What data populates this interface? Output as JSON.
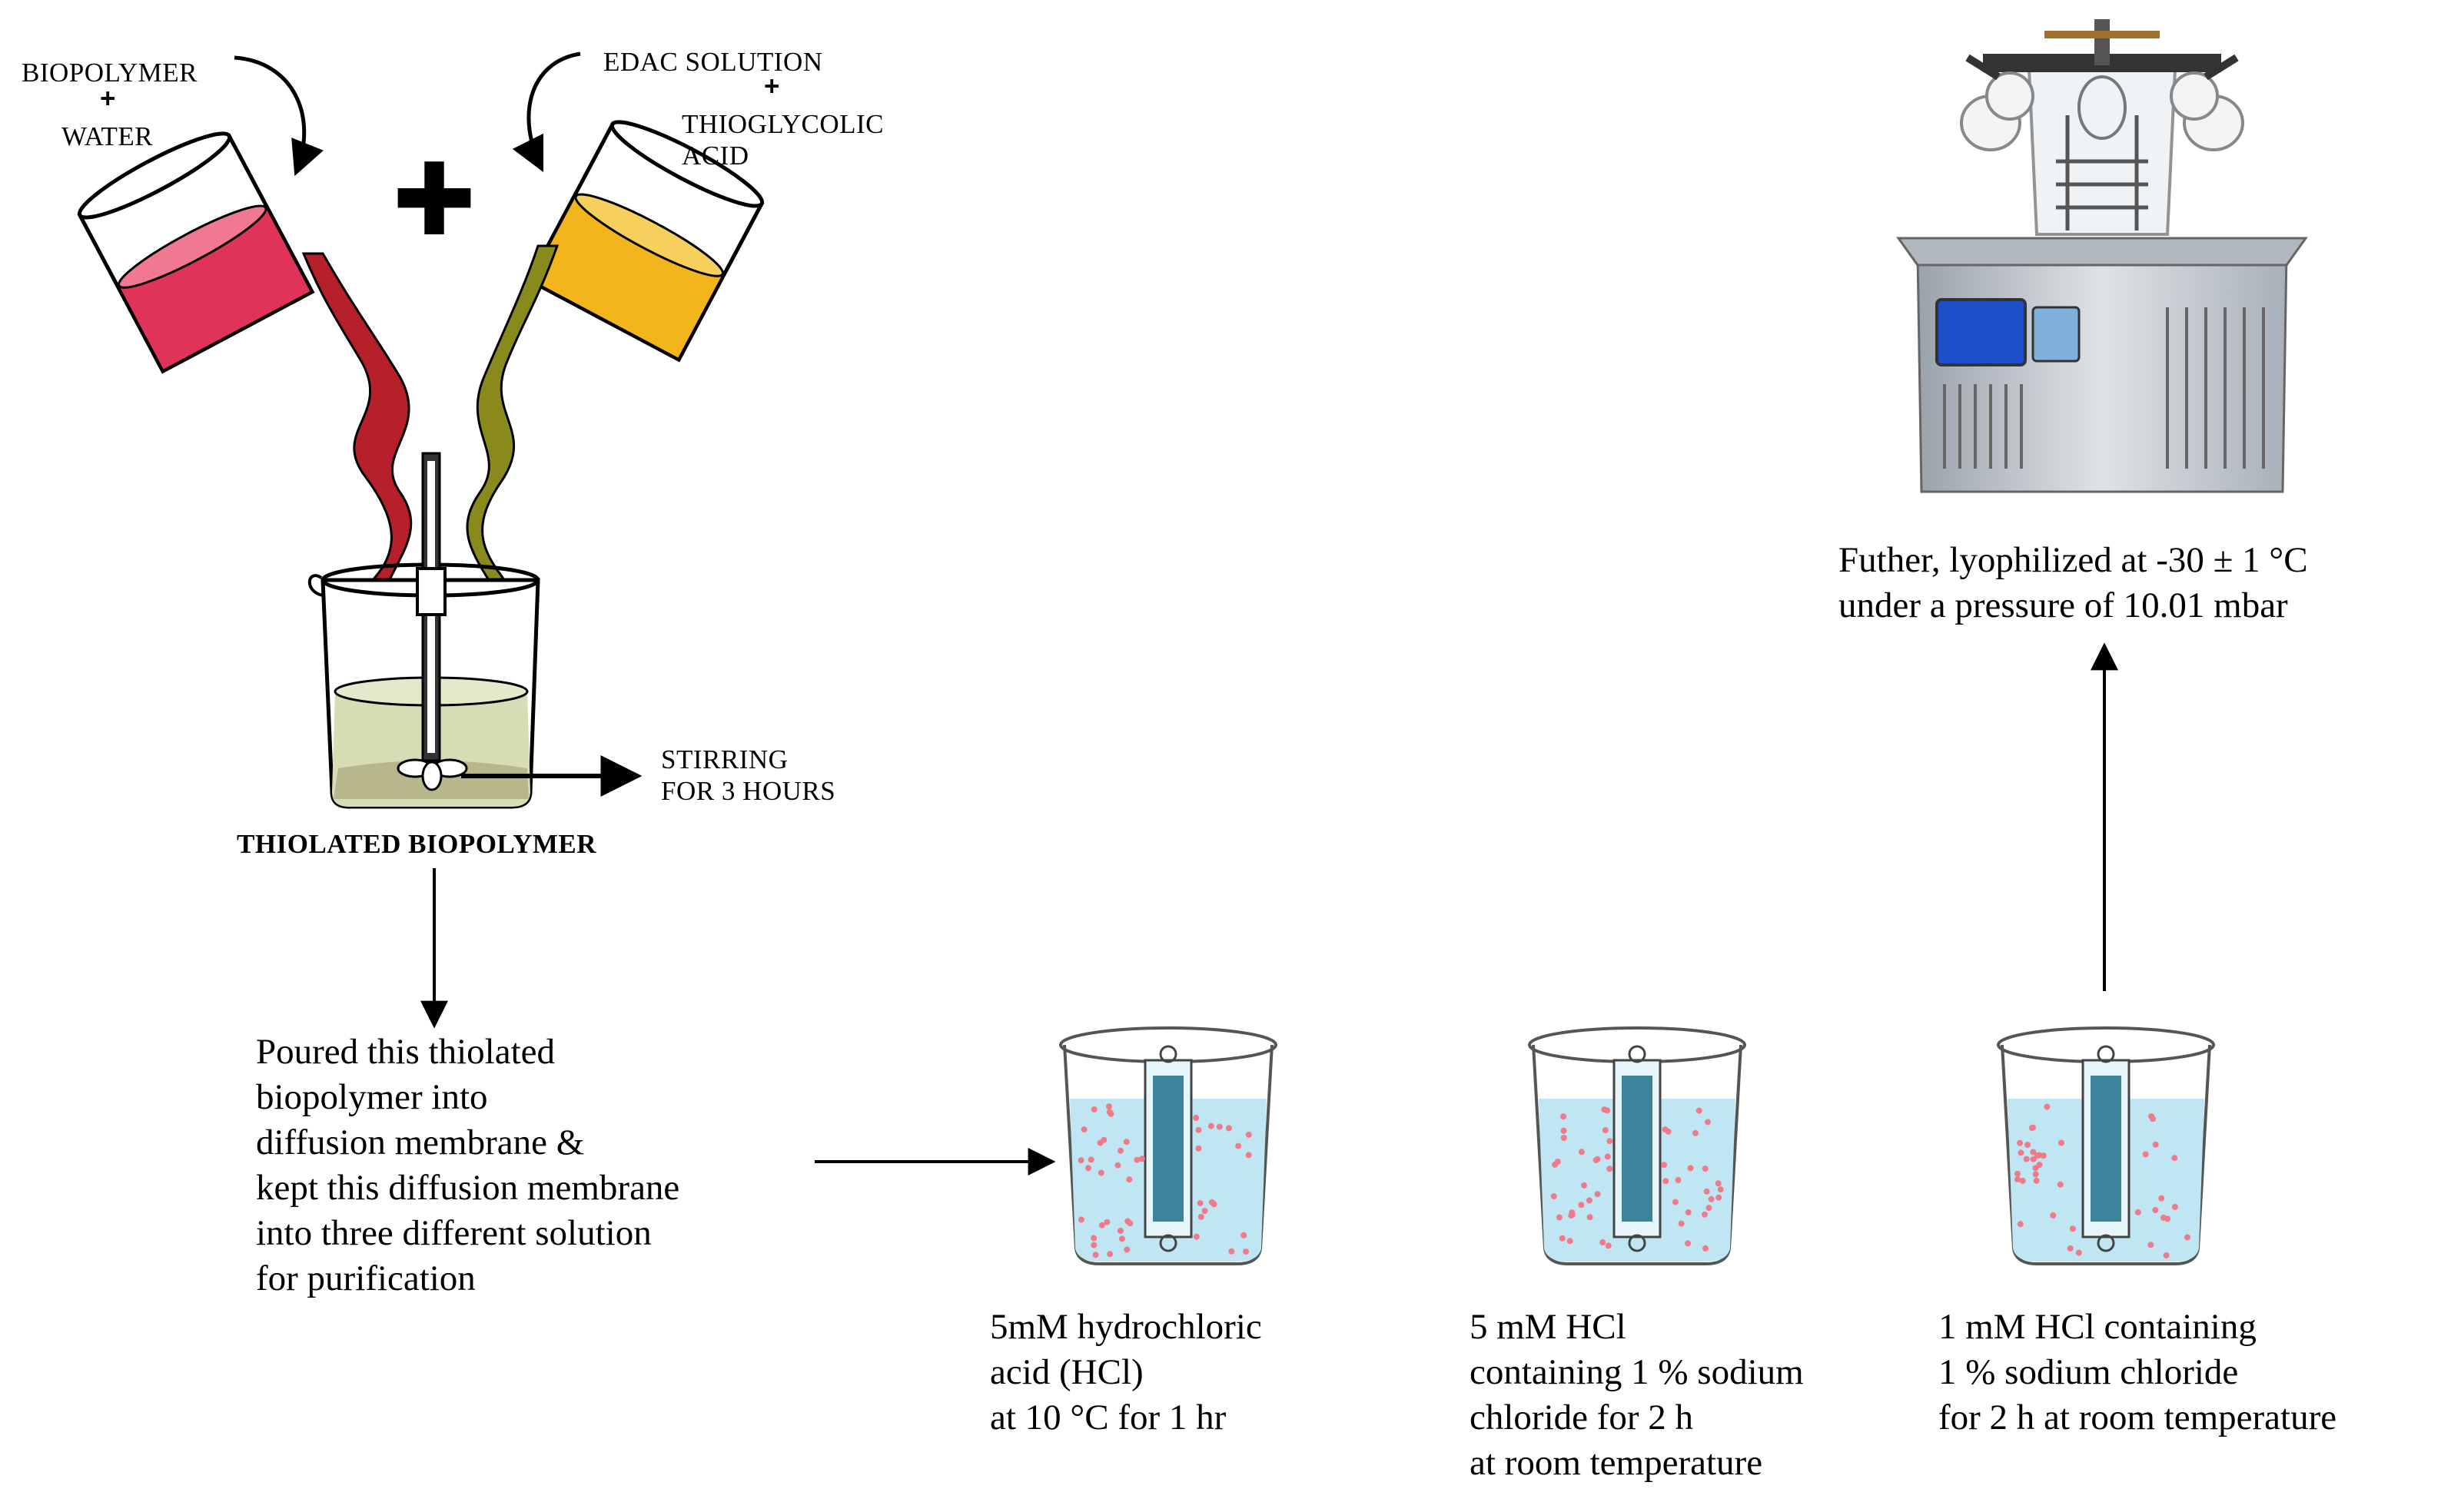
{
  "labels": {
    "biopolymer": "BIOPOLYMER",
    "water": "WATER",
    "edac": "EDAC SOLUTION",
    "thioglycolic": "THIOGLYCOLIC\nACID",
    "plus_small": "+",
    "plus_big": "✚",
    "stirring": "STIRRING\nFOR 3 HOURS",
    "thiolated": "THIOLATED BIOPOLYMER",
    "poured": "Poured this thiolated\nbiopolymer into\ndiffusion membrane &\nkept this diffusion membrane\ninto three different solution\nfor purification",
    "step1": "5mM hydrochloric\nacid (HCl)\nat 10 °C for 1 hr",
    "step2": "5 mM HCl\ncontaining 1 % sodium\nchloride for 2 h\nat room temperature",
    "step3": "1 mM HCl containing\n1 % sodium chloride\nfor 2 h at room temperature",
    "lyophilized": "Futher, lyophilized at -30 ± 1 °C\nunder a pressure of 10.01 mbar"
  },
  "colors": {
    "biopolymer_liquid": "#e0335a",
    "ribbon_red": "#b5202b",
    "edac_liquid": "#f2b51c",
    "ribbon_olive": "#8a8a1c",
    "beaker_liquid": "#d8dcb4",
    "buffer_water": "#bfe6f2",
    "membrane": "#1f6f8a",
    "particles": "#f07a8a",
    "machine_body": "#c9ced4",
    "screen": "#1f4fc8"
  }
}
